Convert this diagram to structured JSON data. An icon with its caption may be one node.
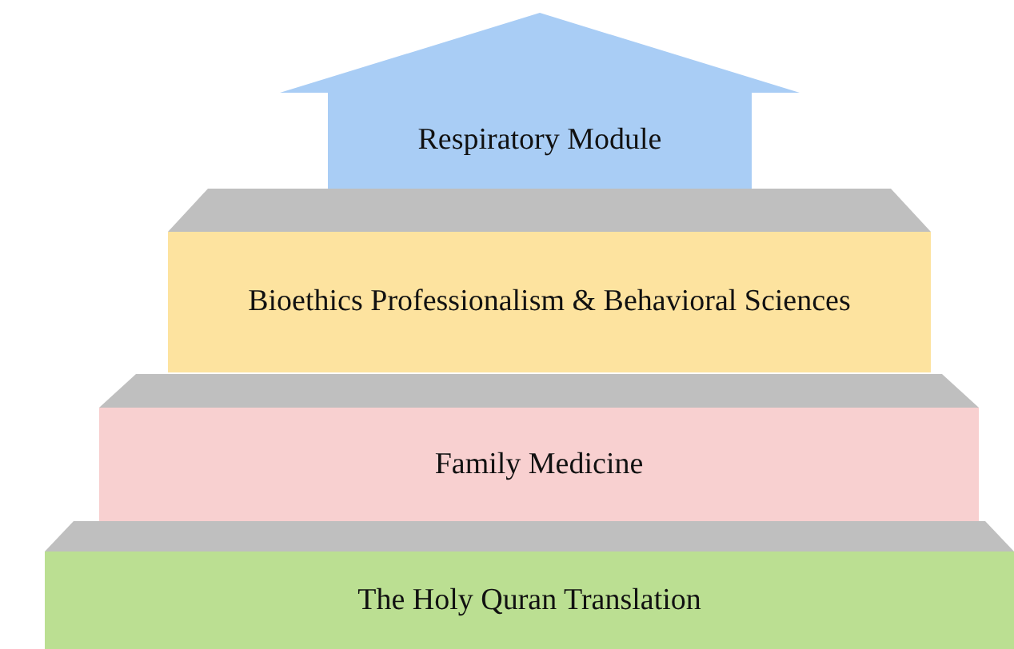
{
  "diagram": {
    "nodes": [
      {
        "text": [
          "Respiratory Module"
        ]
      },
      {
        "text": [],
        "shape": "trapezoid"
      },
      {
        "text": [
          "Bioethics Professionalism & Behavioral Sciences"
        ]
      },
      {
        "text": [],
        "shape": "trapezoid"
      },
      {
        "text": [
          "Family Medicine"
        ]
      },
      {
        "text": [],
        "shape": "trapezoid"
      },
      {
        "text": [
          "The Holy Quran Translation"
        ]
      }
    ]
  }
}
